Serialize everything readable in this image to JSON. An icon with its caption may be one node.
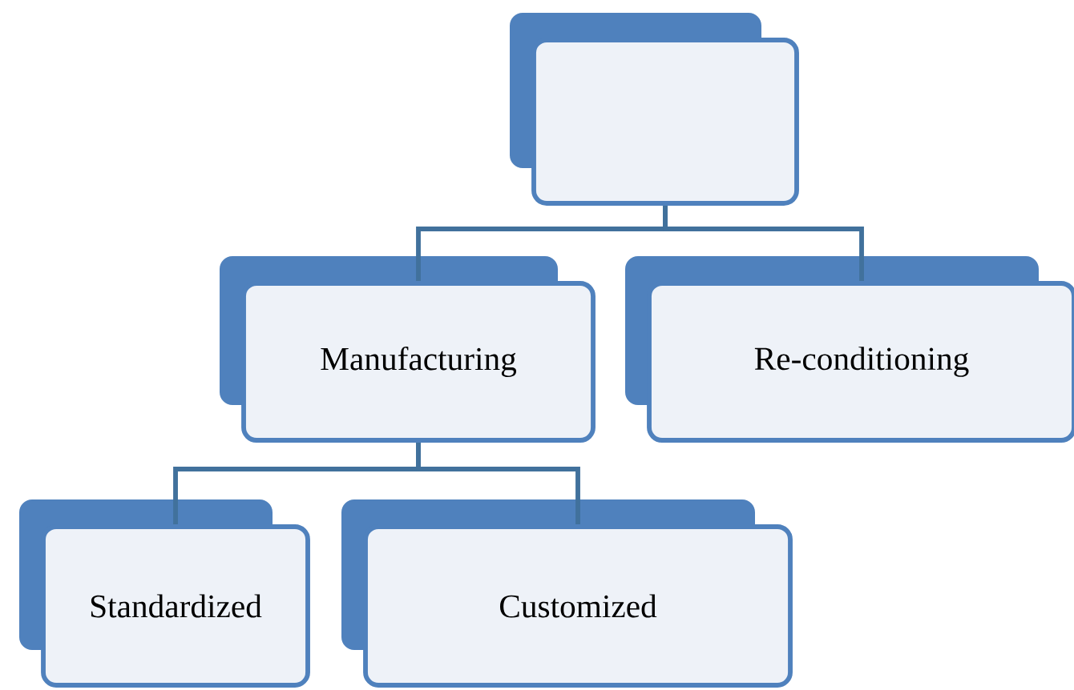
{
  "diagram": {
    "nodes": [
      {
        "text": [],
        "shape": "box"
      },
      {
        "text": [
          "Manufacturing"
        ]
      },
      {
        "text": [
          "Re-conditioning"
        ]
      },
      {
        "text": [
          "Standardized"
        ]
      },
      {
        "text": [
          "Customized"
        ]
      }
    ],
    "edges": [
      {
        "from": 0,
        "to": 1,
        "arrow": "none"
      },
      {
        "from": 0,
        "to": 2,
        "arrow": "none"
      },
      {
        "from": 1,
        "to": 3,
        "arrow": "none"
      },
      {
        "from": 1,
        "to": 4,
        "arrow": "none"
      }
    ]
  }
}
